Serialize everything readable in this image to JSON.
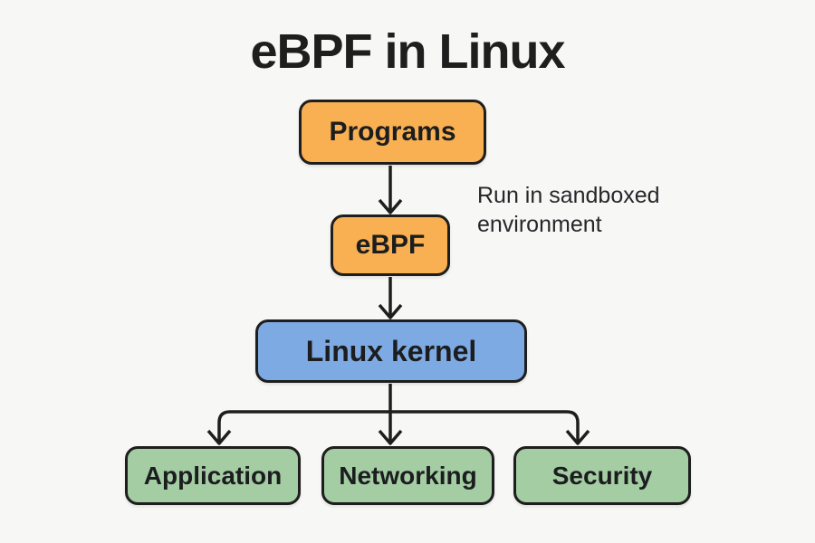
{
  "diagram": {
    "title": "eBPF in Linux",
    "annotation": "Run in sandboxed environment",
    "nodes": {
      "programs": {
        "label": "Programs",
        "color_role": "orange"
      },
      "ebpf": {
        "label": "eBPF",
        "color_role": "orange"
      },
      "kernel": {
        "label": "Linux kernel",
        "color_role": "blue"
      },
      "application": {
        "label": "Application",
        "color_role": "green"
      },
      "networking": {
        "label": "Networking",
        "color_role": "green"
      },
      "security": {
        "label": "Security",
        "color_role": "green"
      }
    },
    "edges": [
      {
        "from": "programs",
        "to": "ebpf"
      },
      {
        "from": "ebpf",
        "to": "kernel"
      },
      {
        "from": "kernel",
        "to": "application"
      },
      {
        "from": "kernel",
        "to": "networking"
      },
      {
        "from": "kernel",
        "to": "security"
      }
    ],
    "colors": {
      "orange": "#F8B052",
      "blue": "#7EAAE4",
      "green": "#A4CDA3",
      "ink": "#1E1E1E",
      "background": "#F7F7F5"
    }
  }
}
